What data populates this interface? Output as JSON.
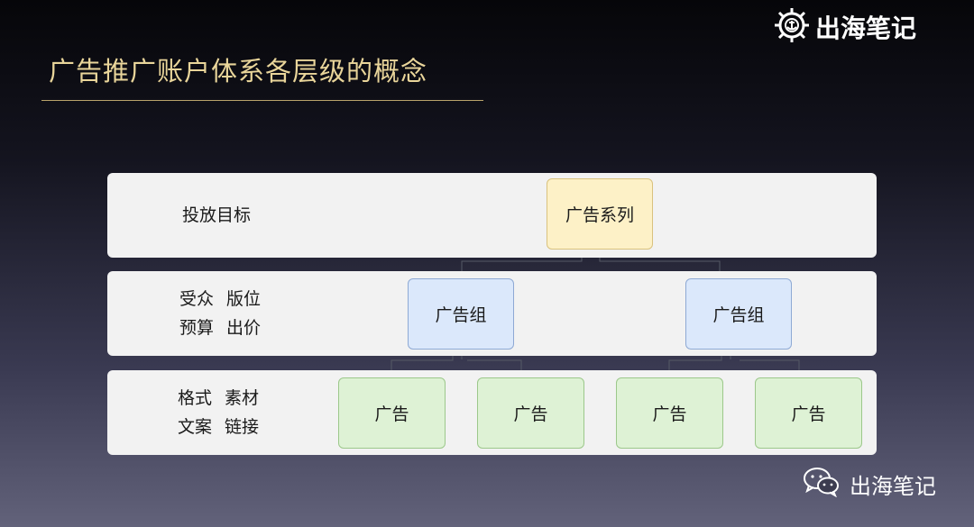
{
  "slide": {
    "title": "广告推广账户体系各层级的概念",
    "brand": {
      "name": "出海笔记",
      "logo_icon": "helm-anchor-icon",
      "footer_icon": "wechat-icon"
    }
  },
  "levels": [
    {
      "label_rows": [
        [
          "投放目标"
        ]
      ],
      "nodes": [
        "广告系列"
      ],
      "color": "#fdf1c7"
    },
    {
      "label_rows": [
        [
          "受众",
          "版位"
        ],
        [
          "预算",
          "出价"
        ]
      ],
      "nodes": [
        "广告组",
        "广告组"
      ],
      "color": "#dbe8fb"
    },
    {
      "label_rows": [
        [
          "格式",
          "素材"
        ],
        [
          "文案",
          "链接"
        ]
      ],
      "nodes": [
        "广告",
        "广告",
        "广告",
        "广告"
      ],
      "color": "#def2d5"
    }
  ]
}
